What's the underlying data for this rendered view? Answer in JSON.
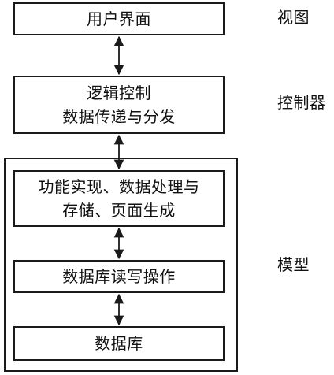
{
  "diagram": {
    "boxes": {
      "user_interface": {
        "lines": [
          "用户界面"
        ]
      },
      "controller_box": {
        "lines": [
          "逻辑控制",
          "数据传递与分发"
        ]
      },
      "model_functions": {
        "lines": [
          "功能实现、数据处理与",
          "存储、页面生成"
        ]
      },
      "db_operations": {
        "lines": [
          "数据库读写操作"
        ]
      },
      "database": {
        "lines": [
          "数据库"
        ]
      }
    },
    "layer_labels": {
      "view": "视图",
      "controller": "控制器",
      "model": "模型"
    },
    "connectors": [
      {
        "from": "用户界面",
        "to": "逻辑控制 数据传递与分发",
        "style": "double-arrow"
      },
      {
        "from": "逻辑控制 数据传递与分发",
        "to": "功能实现、数据处理与 存储、页面生成",
        "style": "double-arrow"
      },
      {
        "from": "功能实现、数据处理与 存储、页面生成",
        "to": "数据库读写操作",
        "style": "double-arrow"
      },
      {
        "from": "数据库读写操作",
        "to": "数据库",
        "style": "double-arrow"
      }
    ]
  }
}
